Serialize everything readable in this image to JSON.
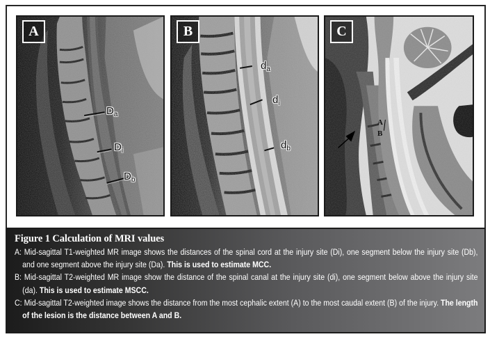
{
  "figure": {
    "panels": [
      {
        "id": "A",
        "label": "A",
        "modality": "T1-weighted MRI mid-sagittal cervical spine",
        "annotations": [
          {
            "base": "D",
            "sub": "a"
          },
          {
            "base": "D",
            "sub": "i"
          },
          {
            "base": "D",
            "sub": "b"
          }
        ]
      },
      {
        "id": "B",
        "label": "B",
        "modality": "T2-weighted MRI mid-sagittal cervical spine",
        "annotations": [
          {
            "base": "d",
            "sub": "a"
          },
          {
            "base": "d",
            "sub": "i"
          },
          {
            "base": "d",
            "sub": "b"
          }
        ]
      },
      {
        "id": "C",
        "label": "C",
        "modality": "T2-weighted MRI mid-sagittal cervical spine",
        "annotations": [
          {
            "text": "A"
          },
          {
            "text": "B"
          }
        ],
        "arrow": "arrow-pointing-to-injury"
      }
    ]
  },
  "caption": {
    "title": "Figure 1 Calculation of MRI values",
    "items": [
      {
        "prefix": "A:",
        "text": " Mid-sagittal T1-weighted MR image shows the distances of the spinal cord at the injury site (Di), one segment below the injury site (Db), and one segment above the injury site (Da). ",
        "bold": "This is used to estimate MCC."
      },
      {
        "prefix": "B:",
        "text": " Mid-sagittal T2-weighted MR image show the distance of the spinal canal at the injury site (di), one segment below above the injury site (da). ",
        "bold": "This is used to estimate MSCC."
      },
      {
        "prefix": "C:",
        "text": " Mid-sagittal T2-weighted image shows the distance from the most cephalic extent (A) to the most caudal extent (B) of the injury. ",
        "bold": "The length of the lesion is the distance between A and B."
      }
    ]
  },
  "colors": {
    "frame_border": "#262626",
    "caption_gradient_start": "#1c1c1c",
    "caption_gradient_end": "#7c7c7e",
    "caption_text": "#ffffff"
  }
}
